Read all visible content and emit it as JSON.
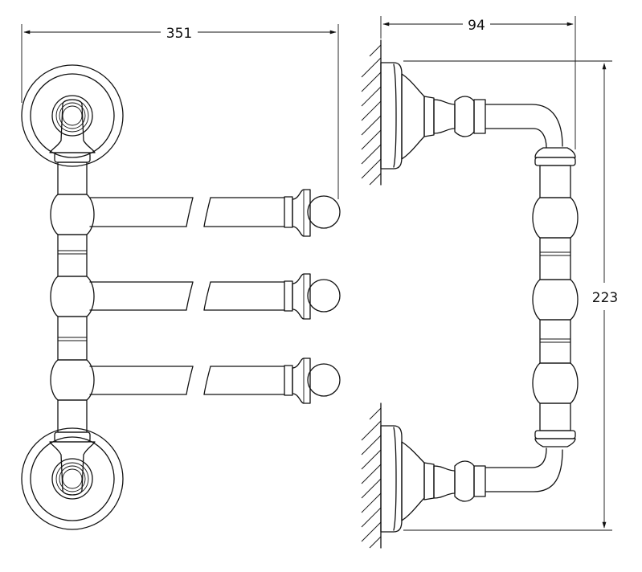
{
  "dimensions": {
    "width_label": "351",
    "depth_label": "94",
    "height_label": "223"
  }
}
